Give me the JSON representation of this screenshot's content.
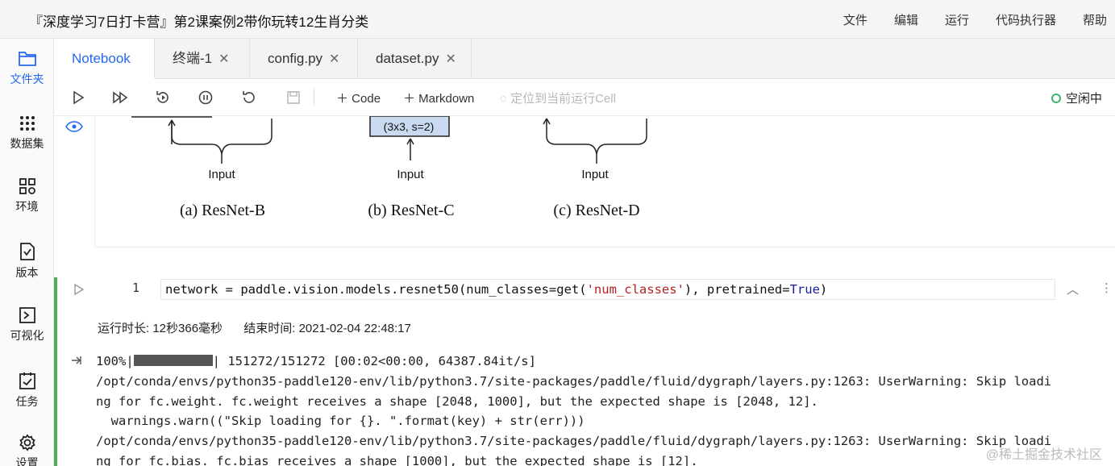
{
  "title": "『深度学习7日打卡营』第2课案例2带你玩转12生肖分类",
  "menu": [
    "文件",
    "编辑",
    "运行",
    "代码执行器",
    "帮助"
  ],
  "rail": [
    {
      "label": "文件夹",
      "icon": "folder-icon"
    },
    {
      "label": "数据集",
      "icon": "dataset-icon"
    },
    {
      "label": "环境",
      "icon": "environment-icon"
    },
    {
      "label": "版本",
      "icon": "version-icon"
    },
    {
      "label": "可视化",
      "icon": "visualization-icon"
    },
    {
      "label": "任务",
      "icon": "task-icon"
    },
    {
      "label": "设置",
      "icon": "gear-icon"
    }
  ],
  "tabs": [
    "Notebook",
    "终端-1",
    "config.py",
    "dataset.py"
  ],
  "toolbar": {
    "code": "Code",
    "markdown": "Markdown",
    "locate": "定位到当前运行Cell",
    "status": "空闲中"
  },
  "figure": {
    "box_c": "(3x3, s=2)",
    "input": "Input",
    "caption_b": "(a) ResNet-B",
    "caption_c": "(b) ResNet-C",
    "caption_d": "(c) ResNet-D"
  },
  "cell": {
    "line_no": "1",
    "code_a": "network = paddle.vision.models.resnet50(num_classes=get(",
    "code_str": "'num_classes'",
    "code_b": "), pretrained=",
    "code_kw": "True",
    "code_c": ")",
    "duration": "运行时长: 12秒366毫秒",
    "end_time": "结束时间: 2021-02-04 22:48:17"
  },
  "output": {
    "progress_a": "100%|",
    "progress_b": "| 151272/151272 [00:02<00:00, 64387.84it/s]",
    "l2": "/opt/conda/envs/python35-paddle120-env/lib/python3.7/site-packages/paddle/fluid/dygraph/layers.py:1263: UserWarning: Skip loadi",
    "l3": "ng for fc.weight. fc.weight receives a shape [2048, 1000], but the expected shape is [2048, 12].",
    "l4": "  warnings.warn((\"Skip loading for {}. \".format(key) + str(err)))",
    "l5": "/opt/conda/envs/python35-paddle120-env/lib/python3.7/site-packages/paddle/fluid/dygraph/layers.py:1263: UserWarning: Skip loadi",
    "l6": "ng for fc.bias. fc.bias receives a shape [1000], but the expected shape is [12]."
  },
  "watermark": "@稀土掘金技术社区",
  "colors": {
    "accent": "#2468f2",
    "running_border": "#4caf50",
    "idle": "#3cb371"
  }
}
